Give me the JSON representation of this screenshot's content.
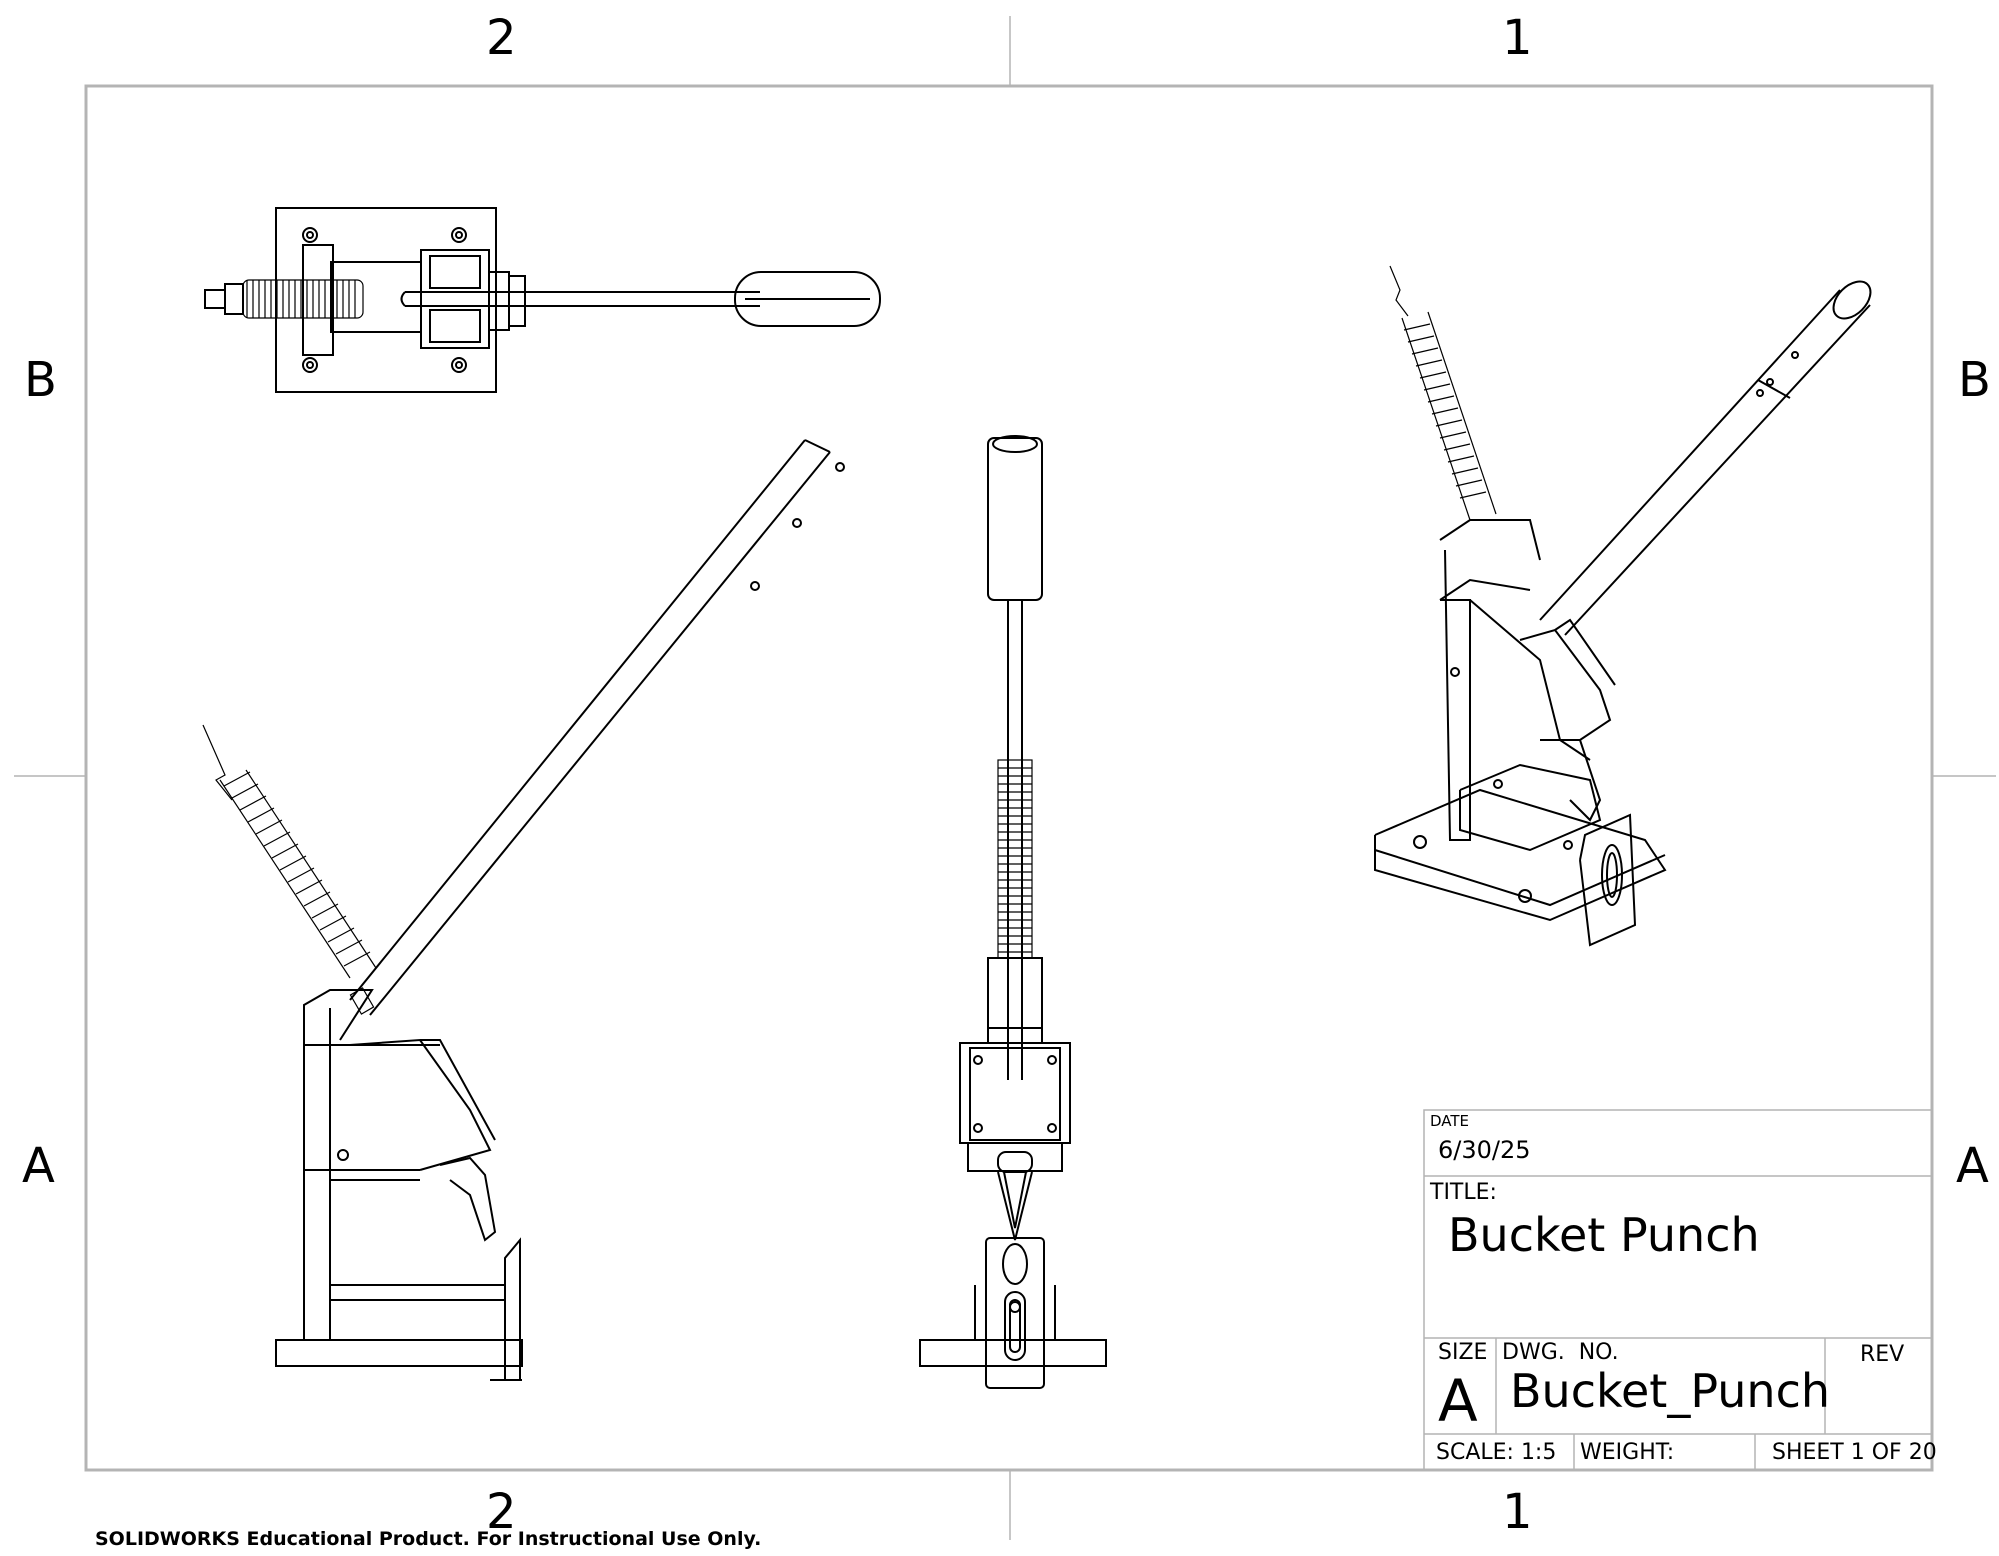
{
  "zones": {
    "top_col_2": "2",
    "top_col_1": "1",
    "bottom_col_2": "2",
    "bottom_col_1": "1",
    "left_row_b": "B",
    "left_row_a": "A",
    "right_row_b": "B",
    "right_row_a": "A"
  },
  "title_block": {
    "date_label": "DATE",
    "date_value": "6/30/25",
    "title_label": "TITLE:",
    "title_value": "Bucket Punch",
    "size_label": "SIZE",
    "size_value": "A",
    "dwg_no_label": "DWG.  NO.",
    "dwg_no_value": "Bucket_Punch",
    "rev_label": "REV",
    "scale": "SCALE: 1:5",
    "weight": "WEIGHT:",
    "sheet": "SHEET 1 OF 20"
  },
  "footer": {
    "watermark": "SOLIDWORKS Educational Product. For Instructional Use Only."
  },
  "colors": {
    "line": "#000000",
    "border": "#b4b4b4",
    "background": "#ffffff"
  }
}
